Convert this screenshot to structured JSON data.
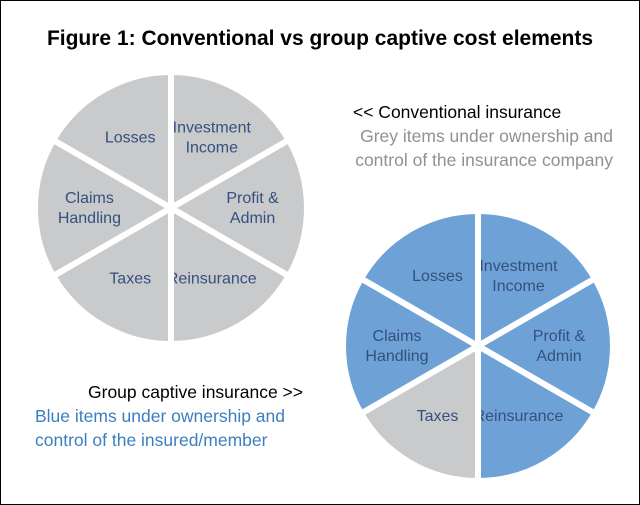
{
  "title": "Figure 1: Conventional vs group captive cost elements",
  "colors": {
    "grey": "#c9cacc",
    "blue": "#6ea2d6",
    "label": "#34507e",
    "grey_text": "#8f9194",
    "blue_text": "#3c7fbf"
  },
  "conventional": {
    "heading": "<< Conventional insurance",
    "line1": "Grey items under ownership and",
    "line2": "control of the insurance company",
    "slices": [
      {
        "label": [
          "Investment",
          "Income"
        ],
        "color": "grey"
      },
      {
        "label": [
          "Profit &",
          "Admin"
        ],
        "color": "grey"
      },
      {
        "label": [
          "Reinsurance"
        ],
        "color": "grey"
      },
      {
        "label": [
          "Taxes"
        ],
        "color": "grey"
      },
      {
        "label": [
          "Claims",
          "Handling"
        ],
        "color": "grey"
      },
      {
        "label": [
          "Losses"
        ],
        "color": "grey"
      }
    ]
  },
  "captive": {
    "heading": "Group captive insurance >>",
    "line1": "Blue items under ownership and",
    "line2": "control of the insured/member",
    "slices": [
      {
        "label": [
          "Investment",
          "Income"
        ],
        "color": "blue"
      },
      {
        "label": [
          "Profit &",
          "Admin"
        ],
        "color": "blue"
      },
      {
        "label": [
          "Reinsurance"
        ],
        "color": "blue"
      },
      {
        "label": [
          "Taxes"
        ],
        "color": "grey"
      },
      {
        "label": [
          "Claims",
          "Handling"
        ],
        "color": "blue"
      },
      {
        "label": [
          "Losses"
        ],
        "color": "blue"
      }
    ]
  }
}
